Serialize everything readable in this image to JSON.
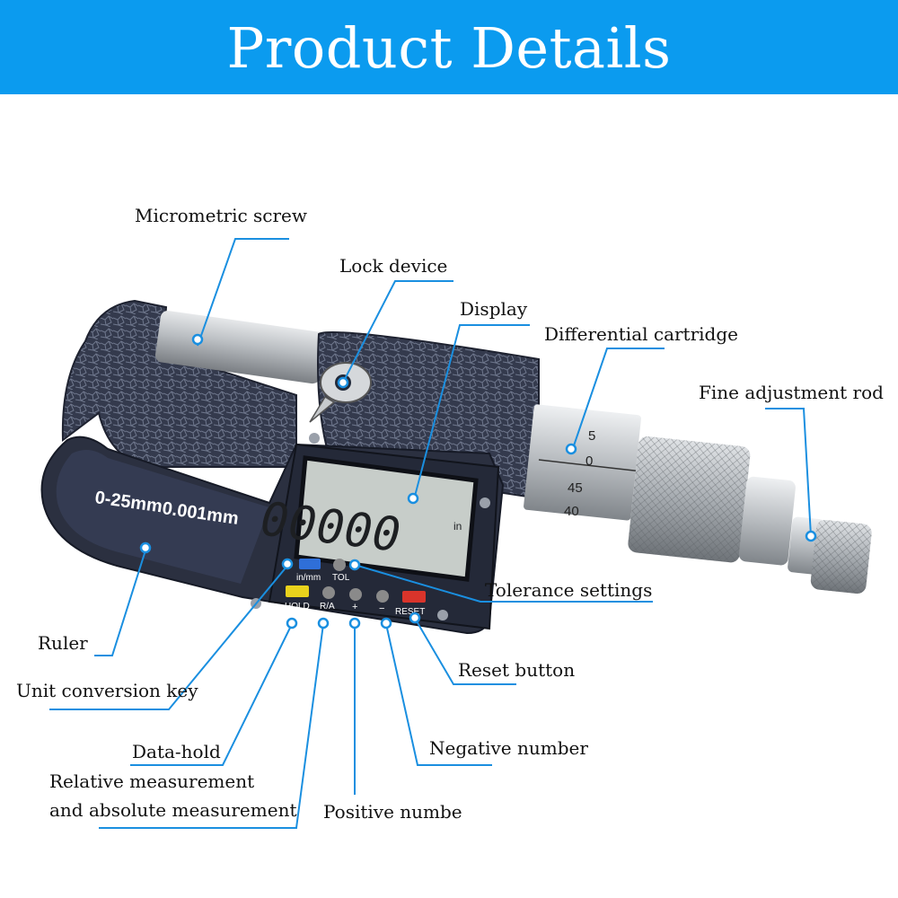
{
  "header": {
    "title": "Product Details"
  },
  "device": {
    "range_text": "0-25mm",
    "resolution_text": "0.001mm",
    "display_reading": "00000",
    "display_unit": "in",
    "buttons": [
      {
        "label": "in/mm",
        "color": "#2f6fd8"
      },
      {
        "label": "TOL",
        "color": "#8a8a8a"
      },
      {
        "label": "HOLD",
        "color": "#e9d21c"
      },
      {
        "label": "R/A",
        "color": "#8a8a8a"
      },
      {
        "label": "+",
        "color": "#8a8a8a"
      },
      {
        "label": "−",
        "color": "#8a8a8a"
      },
      {
        "label": "RESET",
        "color": "#d9342b"
      }
    ],
    "thimble_marks": [
      "5",
      "0",
      "45",
      "40"
    ]
  },
  "callouts": {
    "micrometric_screw": "Micrometric screw",
    "lock_device": "Lock device",
    "display": "Display",
    "differential_cartridge": "Differential cartridge",
    "fine_adjustment_rod": "Fine adjustment rod",
    "tolerance_settings": "Tolerance settings",
    "ruler": "Ruler",
    "reset_button": "Reset button",
    "unit_conversion_key": "Unit conversion key",
    "data_hold": "Data-hold",
    "negative_number": "Negative number",
    "relative_measurement_line1": "Relative measurement",
    "relative_measurement_line2": "and absolute measurement",
    "positive_number": "Positive numbe"
  },
  "colors": {
    "banner": "#0b9bef",
    "leader_line": "#1a8fe0",
    "frame": "#2b3040",
    "lcd": "#c7cdc9"
  }
}
